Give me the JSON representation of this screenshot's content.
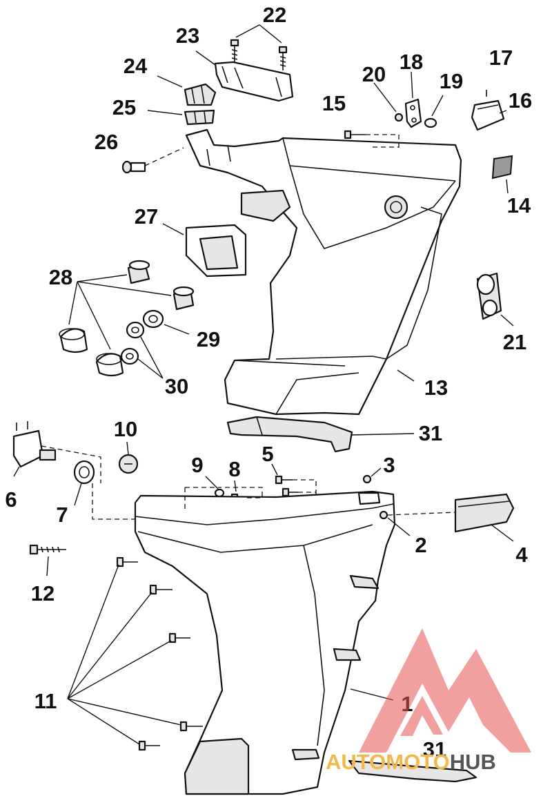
{
  "callouts": [
    {
      "id": "c1",
      "text": "1"
    },
    {
      "id": "c2",
      "text": "2"
    },
    {
      "id": "c3",
      "text": "3"
    },
    {
      "id": "c4",
      "text": "4"
    },
    {
      "id": "c5",
      "text": "5"
    },
    {
      "id": "c6",
      "text": "6"
    },
    {
      "id": "c7",
      "text": "7"
    },
    {
      "id": "c8",
      "text": "8"
    },
    {
      "id": "c9",
      "text": "9"
    },
    {
      "id": "c10",
      "text": "10"
    },
    {
      "id": "c11",
      "text": "11"
    },
    {
      "id": "c12",
      "text": "12"
    },
    {
      "id": "c13",
      "text": "13"
    },
    {
      "id": "c14",
      "text": "14"
    },
    {
      "id": "c15",
      "text": "15"
    },
    {
      "id": "c16",
      "text": "16"
    },
    {
      "id": "c17",
      "text": "17"
    },
    {
      "id": "c18",
      "text": "18"
    },
    {
      "id": "c19",
      "text": "19"
    },
    {
      "id": "c20",
      "text": "20"
    },
    {
      "id": "c21",
      "text": "21"
    },
    {
      "id": "c22",
      "text": "22"
    },
    {
      "id": "c23",
      "text": "23"
    },
    {
      "id": "c24",
      "text": "24"
    },
    {
      "id": "c25",
      "text": "25"
    },
    {
      "id": "c26",
      "text": "26"
    },
    {
      "id": "c27",
      "text": "27"
    },
    {
      "id": "c28",
      "text": "28"
    },
    {
      "id": "c29",
      "text": "29"
    },
    {
      "id": "c30",
      "text": "30"
    },
    {
      "id": "c31a",
      "text": "31"
    },
    {
      "id": "c31b",
      "text": "31"
    }
  ],
  "watermark": {
    "part1": "AUTOMOTO",
    "part2": "HUB",
    "color1": "#f2b84b",
    "color2": "#555555",
    "logo_color": "#e65050"
  }
}
